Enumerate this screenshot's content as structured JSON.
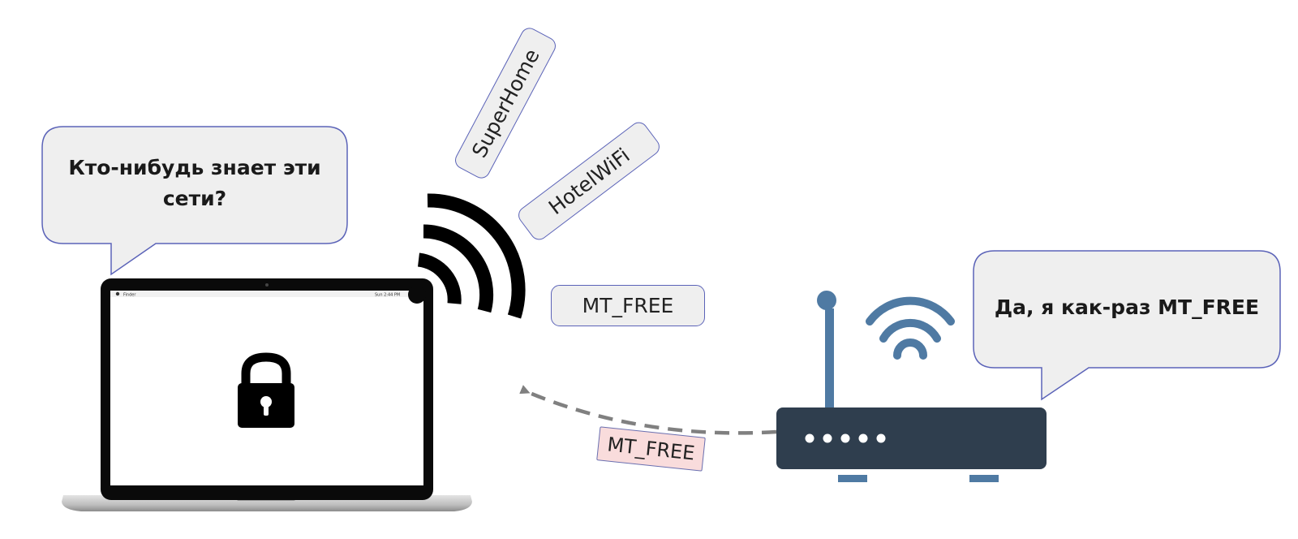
{
  "laptop": {
    "speech": "Кто-нибудь знает эти сети?",
    "menubar_app": "Finder",
    "menubar_clock": "Sun 2:44 PM"
  },
  "probe_ssids": [
    "SuperHome",
    "HotelWiFi",
    "MT_FREE"
  ],
  "router": {
    "speech": "Да, я как-раз MT_FREE",
    "response_ssid": "MT_FREE"
  },
  "icons": [
    "laptop-icon",
    "lock-icon",
    "wifi-signal-icon",
    "router-icon",
    "router-wifi-icon"
  ],
  "colors": {
    "bubble_fill": "#efefef",
    "bubble_border": "#5b63b8",
    "router_body": "#2f3e4e",
    "router_accent": "#4f7aa3",
    "response_tag": "#f9dcdc",
    "arrow": "#808080"
  }
}
